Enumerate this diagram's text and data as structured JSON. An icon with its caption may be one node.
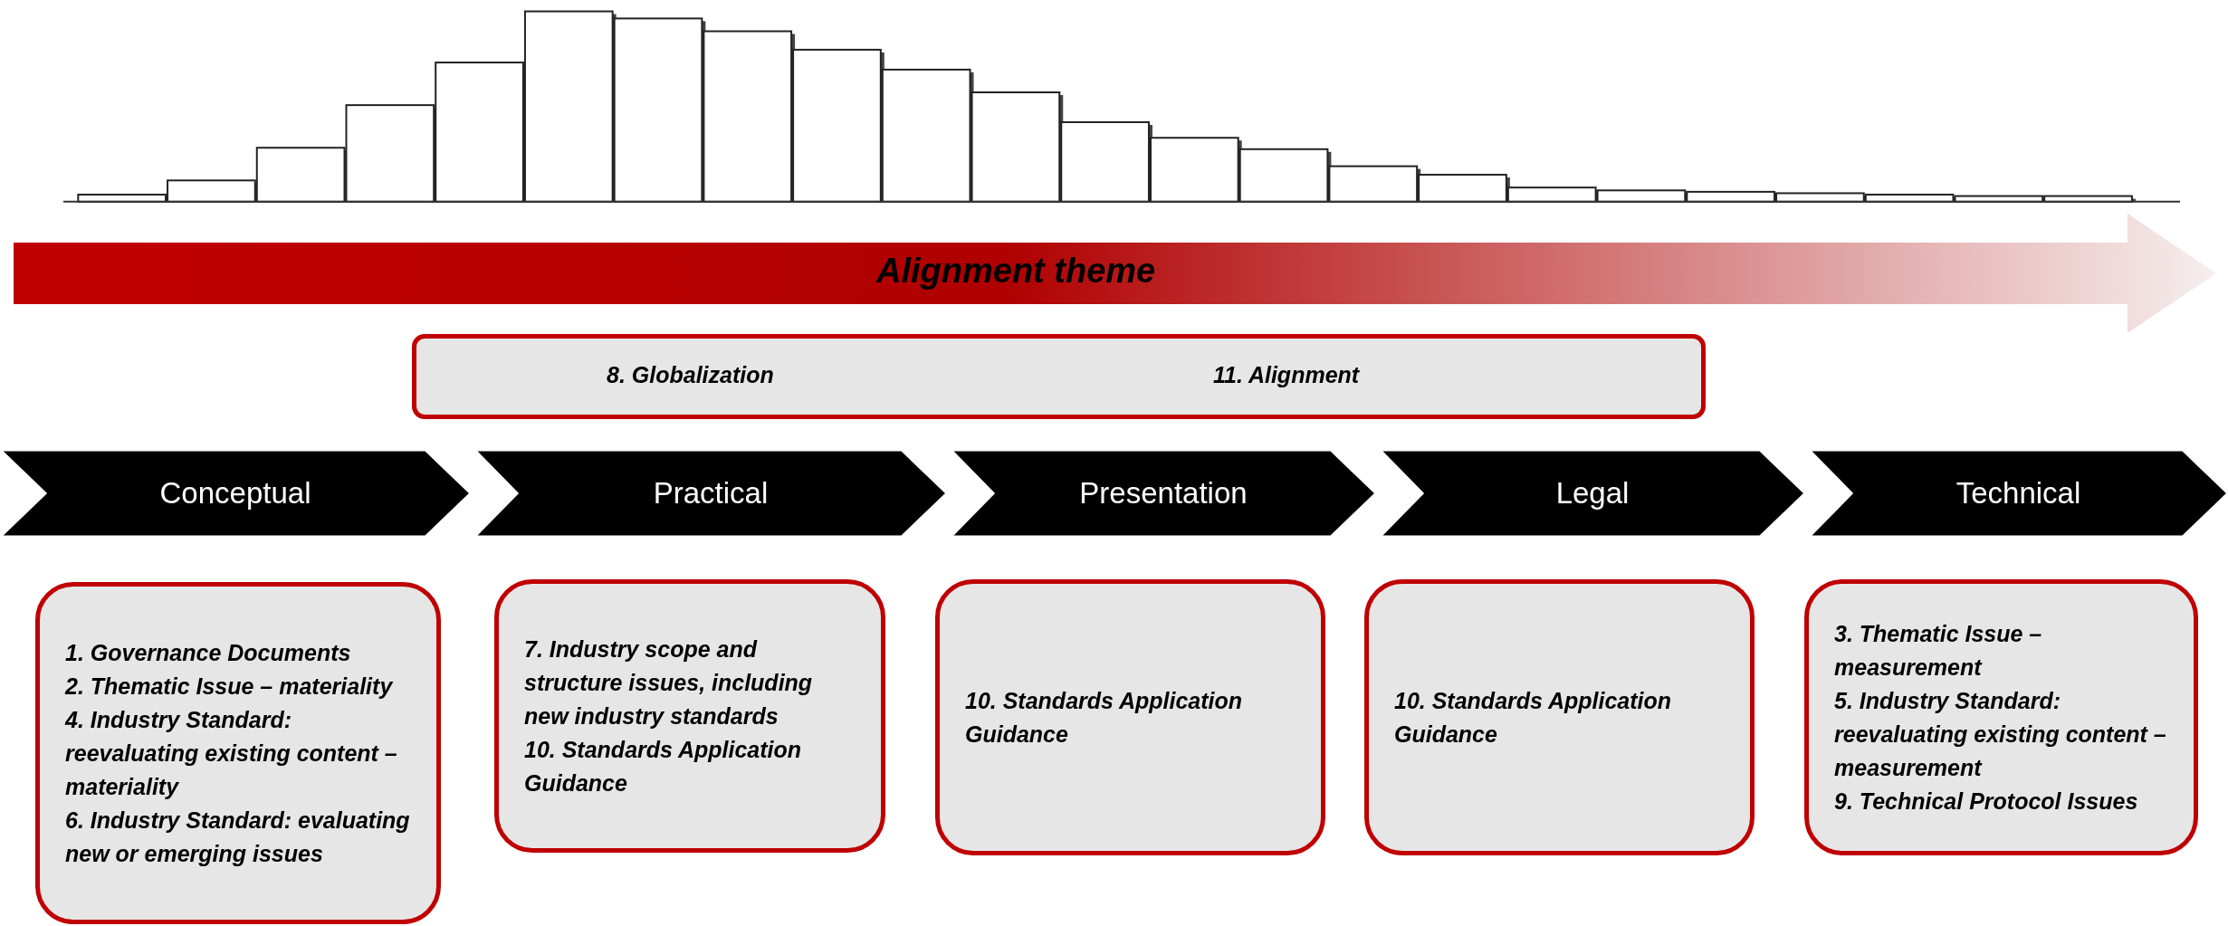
{
  "diagram": {
    "nodes": [
      {
        "text": [
          "Alignment theme"
        ]
      },
      {
        "text": [
          "8. Globalization",
          "11. Alignment"
        ]
      },
      {
        "text": [
          "Conceptual"
        ]
      },
      {
        "text": [
          "Practical"
        ]
      },
      {
        "text": [
          "Presentation"
        ]
      },
      {
        "text": [
          "Legal"
        ]
      },
      {
        "text": [
          "Technical"
        ]
      },
      {
        "text": [
          "1. Governance Documents",
          "2. Thematic Issue – materiality",
          "4. Industry Standard: reevaluating existing content – materiality",
          "6. Industry Standard: evaluating new or emerging issues"
        ]
      },
      {
        "text": [
          "7. Industry scope and structure issues, including new industry standards",
          "10. Standards Application Guidance"
        ]
      },
      {
        "text": [
          "10. Standards Application Guidance"
        ]
      },
      {
        "text": [
          "10. Standards Application Guidance"
        ]
      },
      {
        "text": [
          "3. Thematic Issue – measurement",
          "5. Industry Standard: reevaluating existing content – measurement",
          "9. Technical Protocol Issues"
        ]
      }
    ],
    "edges": []
  }
}
